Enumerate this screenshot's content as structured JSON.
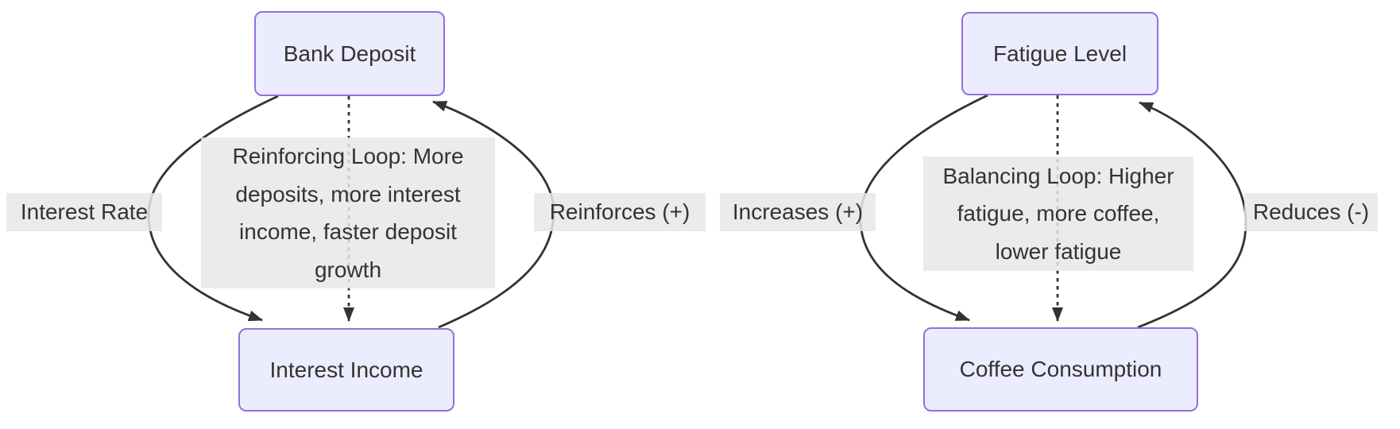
{
  "diagrams": {
    "bank": {
      "top_node": "Bank Deposit",
      "bottom_node": "Interest Income",
      "left_edge_label": "Interest Rate",
      "right_edge_label": "Reinforces (+)",
      "loop_label": "Reinforcing Loop: More deposits, more interest income, faster deposit growth",
      "loop_label_lines": [
        "Reinforcing Loop: More",
        "deposits, more interest",
        "income, faster deposit",
        "growth"
      ],
      "edges": [
        {
          "from": "Bank Deposit",
          "to": "Interest Income",
          "label": "Interest Rate",
          "style": "solid"
        },
        {
          "from": "Interest Income",
          "to": "Bank Deposit",
          "label": "Reinforces (+)",
          "style": "solid"
        },
        {
          "from": "Bank Deposit",
          "to": "Interest Income",
          "label": "Reinforcing Loop: More deposits, more interest income, faster deposit growth",
          "style": "dashed"
        }
      ]
    },
    "coffee": {
      "top_node": "Fatigue Level",
      "bottom_node": "Coffee Consumption",
      "left_edge_label": "Increases (+)",
      "right_edge_label": "Reduces (-)",
      "loop_label": "Balancing Loop: Higher fatigue, more coffee, lower fatigue",
      "loop_label_lines": [
        "Balancing Loop: Higher",
        "fatigue, more coffee,",
        "lower fatigue"
      ],
      "edges": [
        {
          "from": "Fatigue Level",
          "to": "Coffee Consumption",
          "label": "Increases (+)",
          "style": "solid"
        },
        {
          "from": "Coffee Consumption",
          "to": "Fatigue Level",
          "label": "Reduces (-)",
          "style": "solid"
        },
        {
          "from": "Fatigue Level",
          "to": "Coffee Consumption",
          "label": "Balancing Loop: Higher fatigue, more coffee, lower fatigue",
          "style": "dashed"
        }
      ]
    },
    "colors": {
      "node_fill": "#ECECFF",
      "node_border": "#9370DB",
      "edge_stroke": "#333333",
      "label_background": "#e8e8e8",
      "text": "#333333"
    }
  }
}
